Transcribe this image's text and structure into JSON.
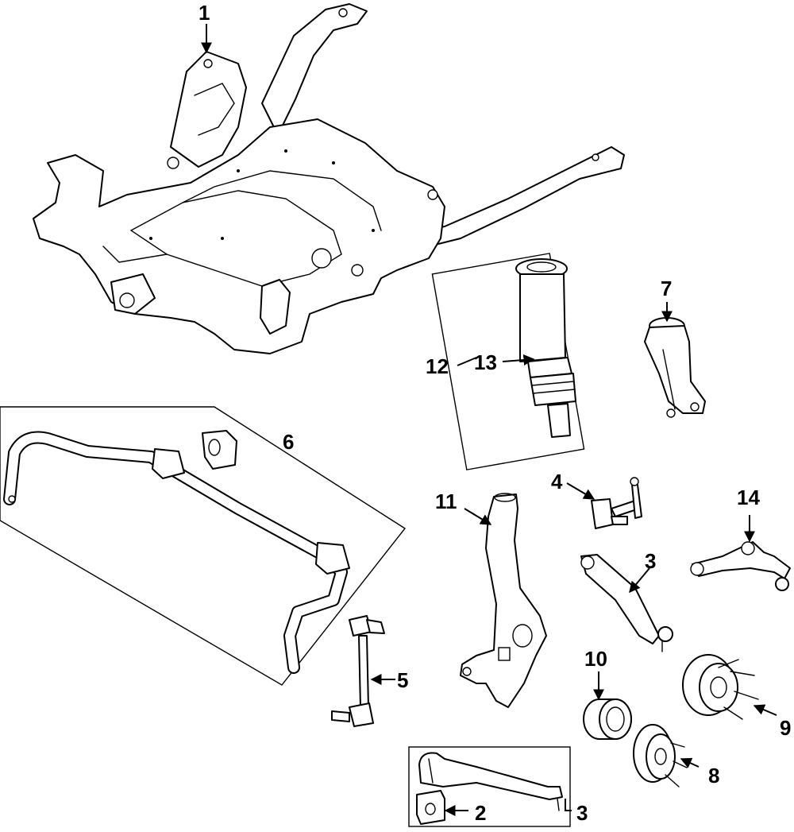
{
  "diagram": {
    "callouts": [
      {
        "id": "c1",
        "label": "1"
      },
      {
        "id": "c2",
        "label": "2"
      },
      {
        "id": "c3a",
        "label": "3"
      },
      {
        "id": "c3b",
        "label": "3"
      },
      {
        "id": "c4",
        "label": "4"
      },
      {
        "id": "c5",
        "label": "5"
      },
      {
        "id": "c6",
        "label": "6"
      },
      {
        "id": "c7",
        "label": "7"
      },
      {
        "id": "c8",
        "label": "8"
      },
      {
        "id": "c9",
        "label": "9"
      },
      {
        "id": "c10",
        "label": "10"
      },
      {
        "id": "c11",
        "label": "11"
      },
      {
        "id": "c12",
        "label": "12"
      },
      {
        "id": "c13",
        "label": "13"
      },
      {
        "id": "c14",
        "label": "14"
      }
    ]
  }
}
